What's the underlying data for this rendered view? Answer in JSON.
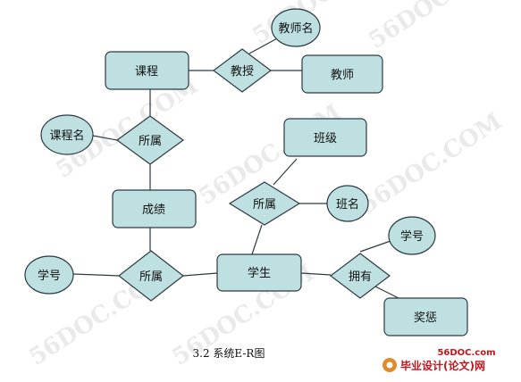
{
  "diagram": {
    "entities": {
      "course": "课程",
      "teacher": "教师",
      "grade": "成绩",
      "class": "班级",
      "student": "学生",
      "award": "奖惩"
    },
    "relationships": {
      "teach": "教授",
      "belong_course": "所属",
      "belong_class": "所属",
      "belong_student": "所属",
      "has": "拥有"
    },
    "attributes": {
      "teacher_name": "教师名",
      "course_name": "课程名",
      "class_name": "班名",
      "student_id_left": "学号",
      "student_id_right": "学号"
    }
  },
  "caption": "3.2  系统E-R图",
  "watermark": {
    "text": "56DOC.COM",
    "logo_url": "56DOC.com",
    "logo_text": "毕业设计(论文)网"
  },
  "colors": {
    "node_fill": "#bfe0e1",
    "stroke": "#2c3a44",
    "logo_red": "#c0171c"
  }
}
